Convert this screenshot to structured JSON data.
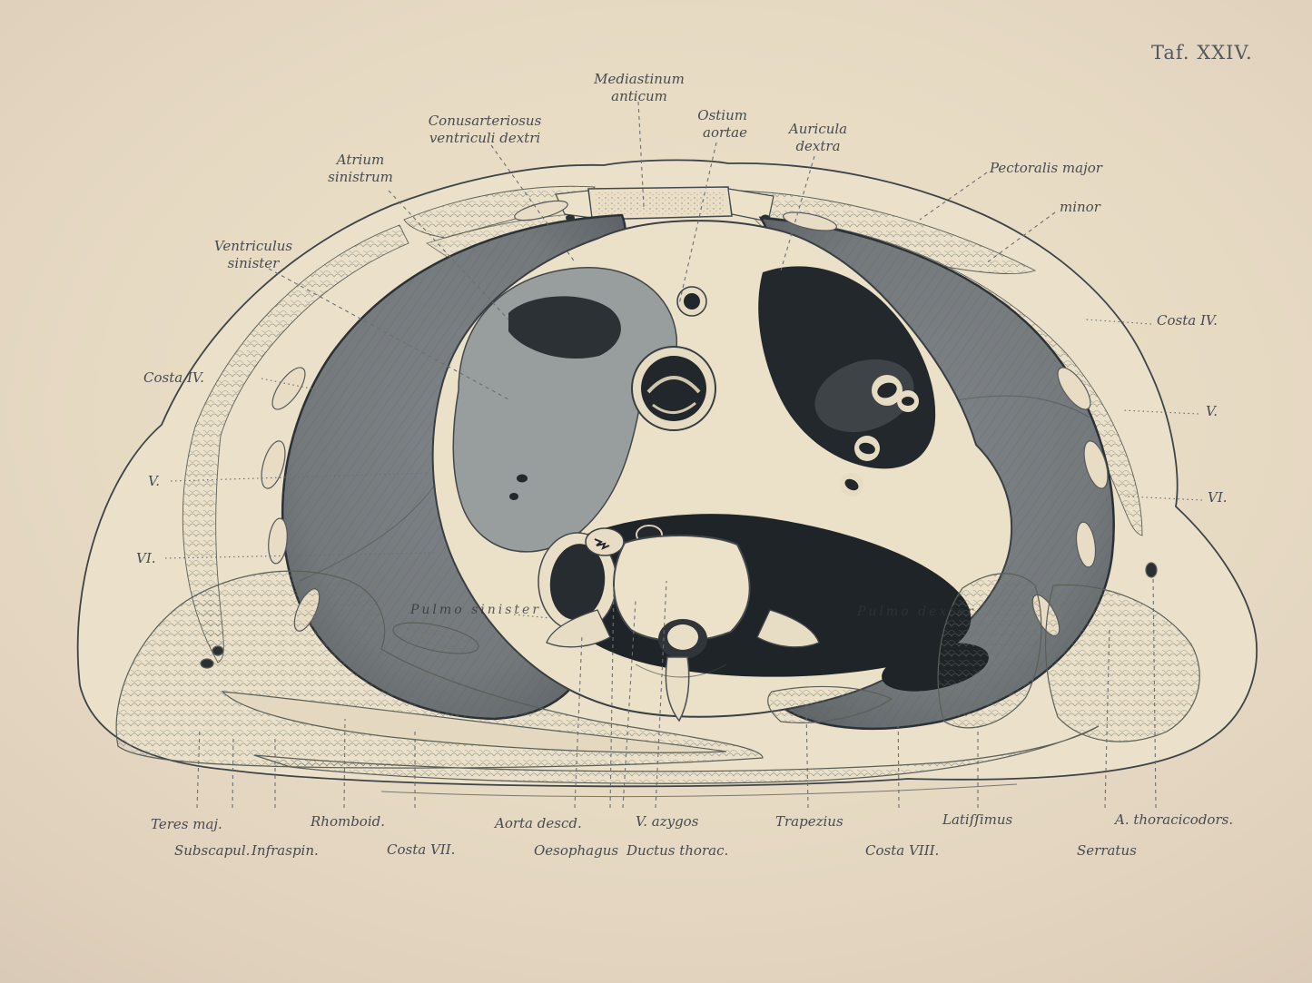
{
  "plate": {
    "title": "Taf. XXIV."
  },
  "labels": {
    "mediastinum_anticum": "Mediastinum\nanticum",
    "ostium_aortae": "Ostium\naortae",
    "auricula_dextra": "Auricula\ndextra",
    "conus_arteriosus": "Conusarteriosus\nventriculi dextri",
    "atrium_sinistrum": "Atrium\nsinistrum",
    "pectoralis_major": "Pectoralis major",
    "pectoralis_minor": "minor",
    "ventriculus_sinister": "Ventriculus\nsinister",
    "costa_iv_left": "Costa IV.",
    "costa_v_left": "V.",
    "costa_vi_left": "VI.",
    "costa_iv_right": "Costa IV.",
    "costa_v_right": "V.",
    "costa_vi_right": "VI.",
    "pulmo_sinister": "Pulmo sinister",
    "pulmo_dexter": "Pulmo dexter",
    "teres_maj": "Teres maj.",
    "subscapul": "Subscapul.",
    "infraspin": "Infraspin.",
    "rhomboid": "Rhomboid.",
    "costa_vii": "Costa VII.",
    "aorta_descd": "Aorta descd.",
    "oesophagus": "Oesophagus",
    "v_azygos": "V. azygos",
    "ductus_thorac": "Ductus thorac.",
    "trapezius": "Trapezius",
    "costa_viii": "Costa VIII.",
    "latissimus": "Latiſſimus",
    "serratus": "Serratus",
    "a_thoracicodors": "A. thoracicodors."
  },
  "colors": {
    "paper": "#e8dcc5",
    "ink": "#3e4347",
    "lung": "#74797c",
    "heart_dark": "#22272b",
    "muscle_light": "#e9dec5"
  }
}
